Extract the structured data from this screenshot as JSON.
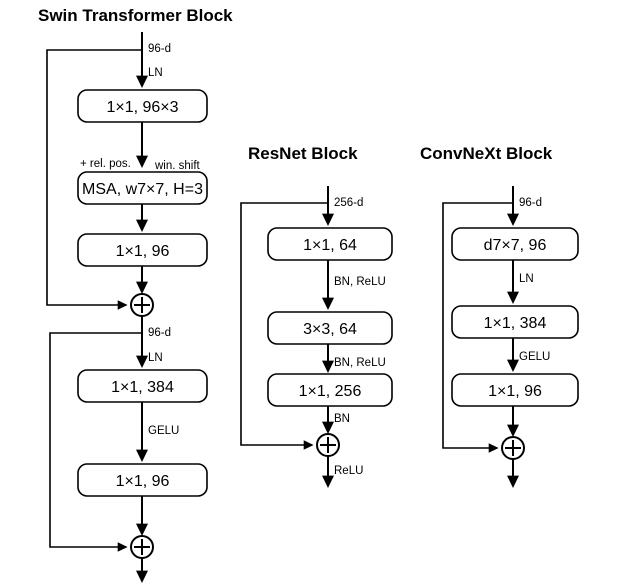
{
  "figure": {
    "background": "#ffffff",
    "stroke_color": "#000000"
  },
  "blocks": [
    {
      "id": "swin",
      "title": "Swin Transformer Block",
      "nodes": [
        {
          "id": "swin-n1",
          "label": "1×1, 96×3"
        },
        {
          "id": "swin-n2",
          "label": "MSA, w7×7, H=3"
        },
        {
          "id": "swin-n3",
          "label": "1×1, 96"
        },
        {
          "id": "swin-n4",
          "label": "1×1, 384"
        },
        {
          "id": "swin-n5",
          "label": "1×1, 96"
        }
      ],
      "edge_labels": [
        {
          "id": "swin-e1",
          "label": "96-d"
        },
        {
          "id": "swin-e2",
          "label": "LN"
        },
        {
          "id": "swin-e3",
          "label": "+ rel. pos."
        },
        {
          "id": "swin-e4",
          "label": "win. shift"
        },
        {
          "id": "swin-e5",
          "label": "96-d"
        },
        {
          "id": "swin-e6",
          "label": "LN"
        },
        {
          "id": "swin-e7",
          "label": "GELU"
        }
      ],
      "operators": [
        {
          "id": "swin-add-1",
          "label": "⊕"
        },
        {
          "id": "swin-add-2",
          "label": "⊕"
        }
      ]
    },
    {
      "id": "resnet",
      "title": "ResNet Block",
      "nodes": [
        {
          "id": "resnet-n1",
          "label": "1×1, 64"
        },
        {
          "id": "resnet-n2",
          "label": "3×3, 64"
        },
        {
          "id": "resnet-n3",
          "label": "1×1, 256"
        }
      ],
      "edge_labels": [
        {
          "id": "resnet-e1",
          "label": "256-d"
        },
        {
          "id": "resnet-e2",
          "label": "BN, ReLU"
        },
        {
          "id": "resnet-e3",
          "label": "BN, ReLU"
        },
        {
          "id": "resnet-e4",
          "label": "BN"
        },
        {
          "id": "resnet-e5",
          "label": "ReLU"
        }
      ],
      "operators": [
        {
          "id": "resnet-add-1",
          "label": "⊕"
        }
      ]
    },
    {
      "id": "convnext",
      "title": "ConvNeXt Block",
      "nodes": [
        {
          "id": "convnext-n1",
          "label": "d7×7, 96"
        },
        {
          "id": "convnext-n2",
          "label": "1×1, 384"
        },
        {
          "id": "convnext-n3",
          "label": "1×1, 96"
        }
      ],
      "edge_labels": [
        {
          "id": "convnext-e1",
          "label": "96-d"
        },
        {
          "id": "convnext-e2",
          "label": "LN"
        },
        {
          "id": "convnext-e3",
          "label": "GELU"
        }
      ],
      "operators": [
        {
          "id": "convnext-add-1",
          "label": "⊕"
        }
      ]
    }
  ]
}
